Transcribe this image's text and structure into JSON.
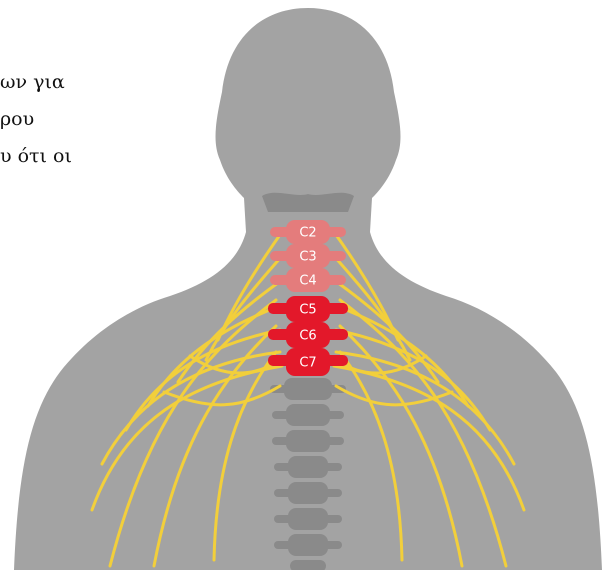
{
  "text_fragment": {
    "lines": [
      "ων για",
      "ρου",
      "υ ότι οι"
    ]
  },
  "figure": {
    "body_color": "#a3a3a3",
    "spine_color": "#8a8a8a",
    "nerve_color": "#f2cf3b",
    "light_vertebra_color": "#e47c7c",
    "dark_vertebra_color": "#e3182a",
    "vertebrae": [
      {
        "label": "C2",
        "highlight": "light"
      },
      {
        "label": "C3",
        "highlight": "light"
      },
      {
        "label": "C4",
        "highlight": "light"
      },
      {
        "label": "C5",
        "highlight": "dark"
      },
      {
        "label": "C6",
        "highlight": "dark"
      },
      {
        "label": "C7",
        "highlight": "dark"
      }
    ]
  }
}
